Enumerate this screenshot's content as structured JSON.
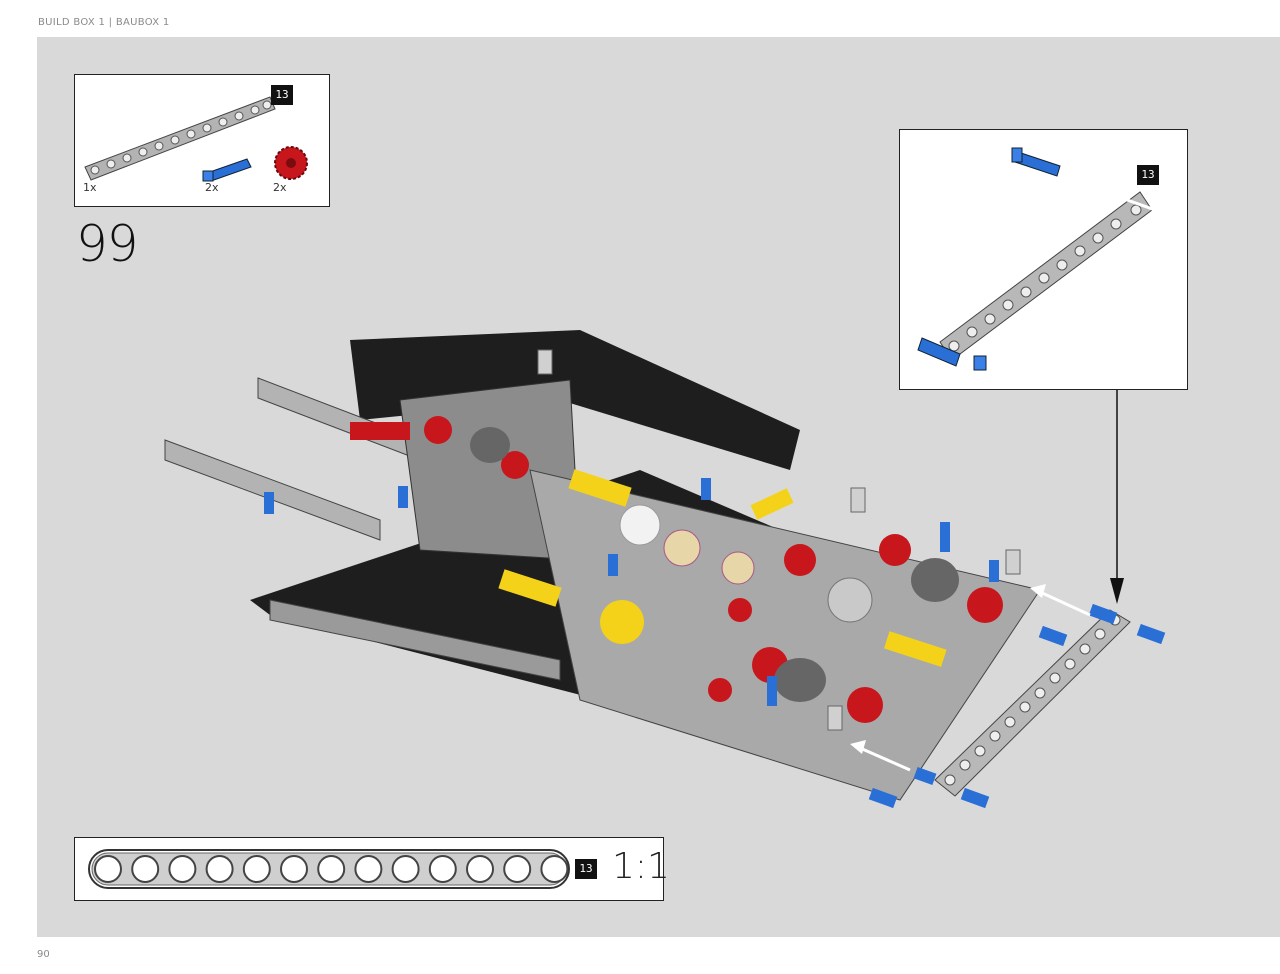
{
  "header": {
    "text": "BUILD BOX 1 | BAUBOX 1"
  },
  "page_number": "90",
  "step": {
    "number": "99"
  },
  "parts_list": {
    "items": [
      {
        "name": "beam-13",
        "quantity": "1x",
        "color": "#a9a9a9"
      },
      {
        "name": "blue-axle-pin",
        "quantity": "2x",
        "color": "#2a6fd6"
      },
      {
        "name": "red-gear",
        "quantity": "2x",
        "color": "#c8161d"
      }
    ],
    "badge": "13"
  },
  "callout": {
    "badge": "13"
  },
  "ruler": {
    "badge": "13",
    "scale": "1:1",
    "holes": 13
  },
  "colors": {
    "background": "#d9d9d9",
    "beam_gray": "#a9a9a9",
    "black": "#1e1e1e",
    "red": "#c8161d",
    "blue": "#2a6fd6",
    "yellow": "#f4d21a"
  }
}
